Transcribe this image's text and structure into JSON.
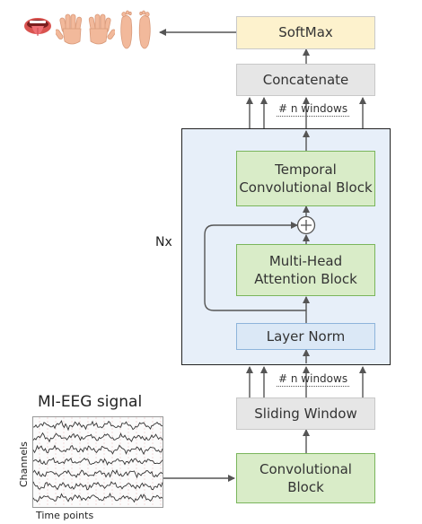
{
  "blocks": {
    "softmax": "SoftMax",
    "concatenate": "Concatenate",
    "tcn_line1": "Temporal",
    "tcn_line2": "Convolutional Block",
    "mha_line1": "Multi-Head",
    "mha_line2": "Attention Block",
    "layer_norm": "Layer Norm",
    "sliding_window": "Sliding Window",
    "conv_line1": "Convolutional",
    "conv_line2": "Block"
  },
  "labels": {
    "n_windows_top": "# n windows",
    "n_windows_bottom": "# n windows",
    "repeat": "Nx",
    "eeg_title": "MI-EEG signal",
    "eeg_y_axis": "Channels",
    "eeg_x_axis": "Time points",
    "add_symbol": "+"
  },
  "output_classes": [
    "tongue-icon",
    "left-hand-icon",
    "right-hand-icon",
    "feet-icon"
  ],
  "colors": {
    "green_fill": "#d9ecc8",
    "green_border": "#7ab55c",
    "grey_fill": "#e6e6e6",
    "yellow_fill": "#fdf2cd",
    "blue_fill": "#dbe8f6",
    "panel_fill": "#e7eff9",
    "arrow": "#555555"
  }
}
